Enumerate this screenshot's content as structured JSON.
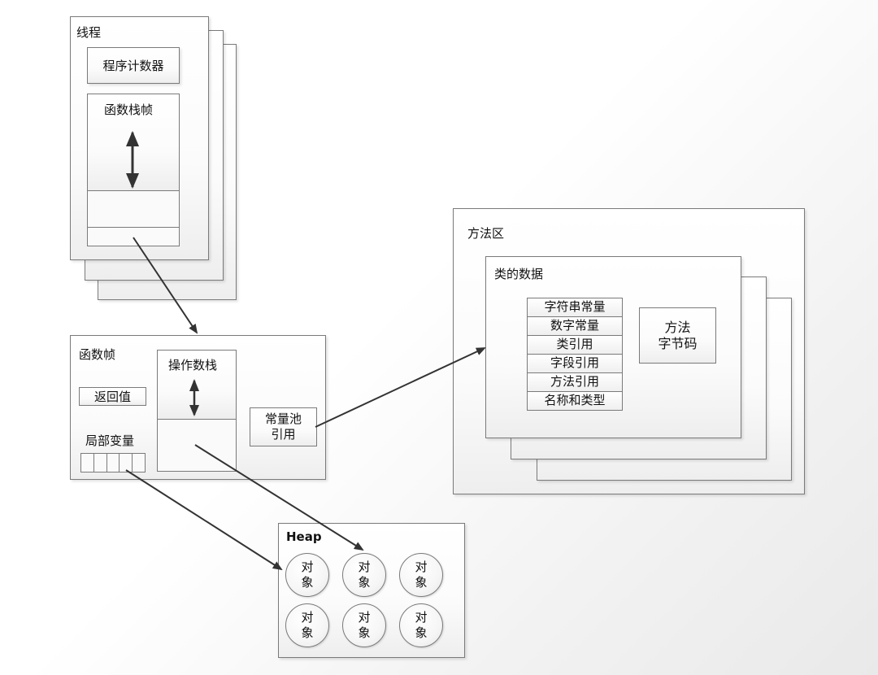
{
  "thread": {
    "title": "线程",
    "pc_register": "程序计数器",
    "stack_frames": "函数栈帧"
  },
  "frame": {
    "title": "函数帧",
    "return_value": "返回值",
    "local_vars": "局部变量",
    "operand_stack": "操作数栈",
    "const_pool_ref": "常量池\n引用"
  },
  "method_area": {
    "title": "方法区",
    "class_data": {
      "title": "类的数据",
      "items": [
        "字符串常量",
        "数字常量",
        "类引用",
        "字段引用",
        "方法引用",
        "名称和类型"
      ],
      "bytecode": "方法\n字节码"
    }
  },
  "heap": {
    "title": "Heap",
    "objects": [
      "对象",
      "对象",
      "对象",
      "对象",
      "对象",
      "对象"
    ]
  }
}
